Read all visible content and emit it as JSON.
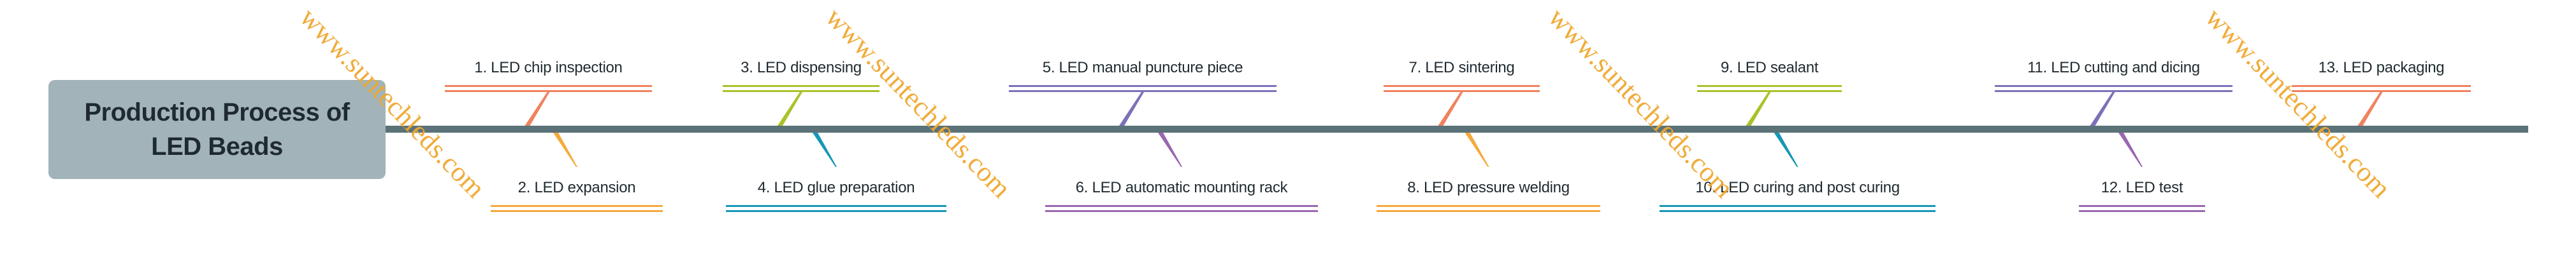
{
  "root": {
    "title": "Production Process of\nLED Beads",
    "color": "#a2b4b9"
  },
  "spine_color": "#5b7378",
  "steps": [
    {
      "label": "1. LED chip inspection",
      "side": "top",
      "color": "#f0825f"
    },
    {
      "label": "2. LED expansion",
      "side": "bottom",
      "color": "#f5a93a"
    },
    {
      "label": "3. LED dispensing",
      "side": "top",
      "color": "#a9c22a"
    },
    {
      "label": "4. LED glue preparation",
      "side": "bottom",
      "color": "#1597b5"
    },
    {
      "label": "5. LED manual puncture piece",
      "side": "top",
      "color": "#7a72b8"
    },
    {
      "label": "6. LED automatic mounting rack",
      "side": "bottom",
      "color": "#9a67b0"
    },
    {
      "label": "7. LED sintering",
      "side": "top",
      "color": "#f0825f"
    },
    {
      "label": "8. LED pressure welding",
      "side": "bottom",
      "color": "#f5a93a"
    },
    {
      "label": "9. LED sealant",
      "side": "top",
      "color": "#a9c22a"
    },
    {
      "label": "10. LED curing and post curing",
      "side": "bottom",
      "color": "#1597b5"
    },
    {
      "label": "11. LED cutting and dicing",
      "side": "top",
      "color": "#7a72b8"
    },
    {
      "label": "12. LED test",
      "side": "bottom",
      "color": "#9a67b0"
    },
    {
      "label": "13. LED packaging",
      "side": "top",
      "color": "#f0825f"
    }
  ],
  "watermark": {
    "text": "www.suntechleds.com",
    "color": "#f0a830"
  }
}
